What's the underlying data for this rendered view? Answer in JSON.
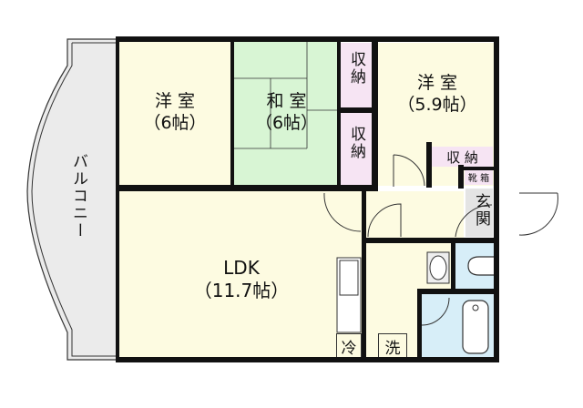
{
  "plan": {
    "colors": {
      "western_room": "#fdfbe1",
      "japanese_room": "#d8f5d4",
      "storage": "#f6e4f3",
      "balcony": "#ebebeb",
      "entrance": "#e4e4e4",
      "wet_area": "#d7eef8",
      "wall": "#111111"
    },
    "rooms": {
      "western_left": {
        "name": "洋 室",
        "size": "（6帖）"
      },
      "japanese": {
        "name": "和 室",
        "size": "（6帖）"
      },
      "western_right": {
        "name": "洋 室",
        "size": "（5.9帖）"
      },
      "ldk": {
        "name": "LDK",
        "size": "（11.7帖）"
      },
      "balcony": {
        "name": "バルコニー"
      },
      "storage_1": {
        "name": "収納"
      },
      "storage_2": {
        "name": "収納"
      },
      "storage_3": {
        "name": "収 納"
      },
      "shoe_box": {
        "name": "靴 箱"
      },
      "entrance": {
        "name": "玄関"
      },
      "fridge": {
        "name": "冷"
      },
      "washer": {
        "name": "洗"
      }
    }
  }
}
